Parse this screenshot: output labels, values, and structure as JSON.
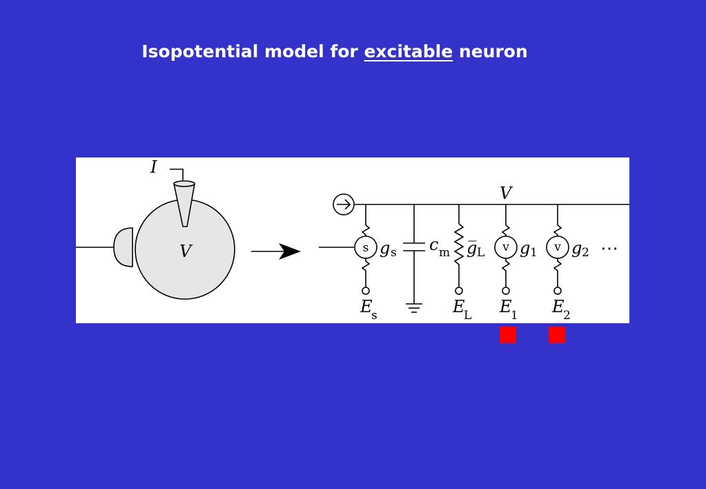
{
  "title": {
    "part1": "Isopotential model for ",
    "part2": "excitable",
    "part3": " neuron"
  },
  "neuron": {
    "current_label": "I",
    "voltage_label": "V"
  },
  "circuit": {
    "voltage_label": "V",
    "source_symbol": "s",
    "gs_main": "g",
    "gs_sub": "s",
    "cm_main": "c",
    "cm_sub": "m",
    "gL_main": "g̅",
    "gL_sub": "L",
    "g1_symbol": "v",
    "g1_main": "g",
    "g1_sub": "1",
    "g2_symbol": "v",
    "g2_main": "g",
    "g2_sub": "2",
    "dots": "⋯",
    "Es_main": "E",
    "Es_sub": "s",
    "EL_main": "E",
    "EL_sub": "L",
    "E1_main": "E",
    "E1_sub": "1",
    "E2_main": "E",
    "E2_sub": "2"
  },
  "colors": {
    "background": "#3333cc",
    "panel": "#ffffff",
    "marker": "#ff0000",
    "soma_fill": "#e6e6e6"
  }
}
